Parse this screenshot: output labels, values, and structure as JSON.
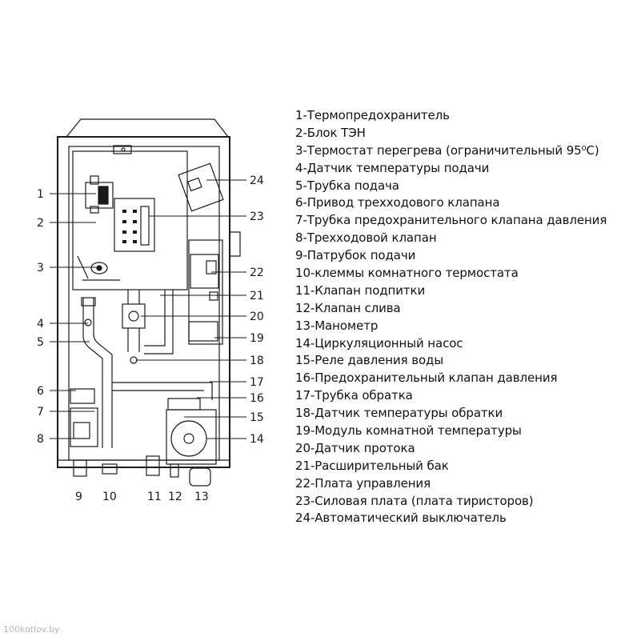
{
  "callouts": [
    {
      "num": "1"
    },
    {
      "num": "2"
    },
    {
      "num": "3"
    },
    {
      "num": "4"
    },
    {
      "num": "5"
    },
    {
      "num": "6"
    },
    {
      "num": "7"
    },
    {
      "num": "8"
    },
    {
      "num": "9"
    },
    {
      "num": "10"
    },
    {
      "num": "11"
    },
    {
      "num": "12"
    },
    {
      "num": "13"
    },
    {
      "num": "14"
    },
    {
      "num": "15"
    },
    {
      "num": "16"
    },
    {
      "num": "17"
    },
    {
      "num": "18"
    },
    {
      "num": "19"
    },
    {
      "num": "20"
    },
    {
      "num": "21"
    },
    {
      "num": "22"
    },
    {
      "num": "23"
    },
    {
      "num": "24"
    }
  ],
  "legend": [
    {
      "num": "1",
      "text": "1-Термопредохранитель"
    },
    {
      "num": "2",
      "text": "2-Блок ТЭН"
    },
    {
      "num": "3",
      "text": "3-Термостат перегрева (ограничительный 95⁰С)"
    },
    {
      "num": "4",
      "text": "4-Датчик температуры подачи"
    },
    {
      "num": "5",
      "text": "5-Трубка подача"
    },
    {
      "num": "6",
      "text": "6-Привод трехходового клапана"
    },
    {
      "num": "7",
      "text": "7-Трубка предохранительного клапана давления"
    },
    {
      "num": "8",
      "text": "8-Трехходовой клапан"
    },
    {
      "num": "9",
      "text": "9-Патрубок подачи"
    },
    {
      "num": "10",
      "text": "10-клеммы комнатного термостата"
    },
    {
      "num": "11",
      "text": "11-Клапан подпитки"
    },
    {
      "num": "12",
      "text": "12-Клапан слива"
    },
    {
      "num": "13",
      "text": "13-Манометр"
    },
    {
      "num": "14",
      "text": "14-Циркуляционный насос"
    },
    {
      "num": "15",
      "text": "15-Реле давления воды"
    },
    {
      "num": "16",
      "text": "16-Предохранительный клапан давления"
    },
    {
      "num": "17",
      "text": "17-Трубка обратка"
    },
    {
      "num": "18",
      "text": "18-Датчик температуры обратки"
    },
    {
      "num": "19",
      "text": "19-Модуль комнатной температуры"
    },
    {
      "num": "20",
      "text": "20-Датчик протока"
    },
    {
      "num": "21",
      "text": "21-Расширительный бак"
    },
    {
      "num": "22",
      "text": "22-Плата управления"
    },
    {
      "num": "23",
      "text": "23-Силовая плата (плата тиристоров)"
    },
    {
      "num": "24",
      "text": "24-Автоматический выключатель"
    }
  ],
  "watermark": "100kotlov.by",
  "colors": {
    "line": "#1a1a1a",
    "background": "#ffffff",
    "watermark": "#b8b8b8"
  }
}
